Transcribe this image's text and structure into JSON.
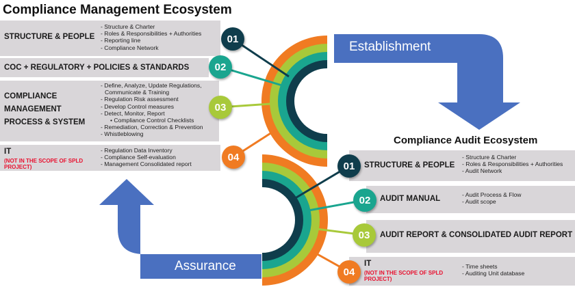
{
  "colors": {
    "navy": "#0f3d4c",
    "teal": "#1aa58f",
    "lime": "#a8c93a",
    "orange": "#f07b22",
    "arrow": "#4a70c0",
    "row": "#d9d6d9",
    "note": "#e8102e"
  },
  "management": {
    "title": "Compliance Management Ecosystem",
    "rows": [
      {
        "num": "01",
        "heading": "STRUCTURE & PEOPLE",
        "items": [
          "- Structure & Charter",
          "- Roles & Responsibilities + Authorities",
          "- Reporting line",
          "- Compliance Network"
        ]
      },
      {
        "num": "02",
        "heading": "COC + REGULATORY + POLICIES & STANDARDS",
        "items": []
      },
      {
        "num": "03",
        "heading_lines": [
          "COMPLIANCE",
          "MANAGEMENT",
          "PROCESS & SYSTEM"
        ],
        "items": [
          "- Define, Analyze, Update Regulations,",
          "  Communicate & Training",
          "- Regulation Risk assessment",
          "- Develop Control measures",
          "- Detect, Monitor, Report",
          "• Compliance Control Checklists",
          "- Remediation, Correction & Prevention",
          "- Whistleblowing"
        ]
      },
      {
        "num": "04",
        "heading": "IT",
        "note": "(NOT IN THE SCOPE OF SPLD PROJECT)",
        "items": [
          "- Regulation Data Inventory",
          "- Compliance Self-evaluation",
          "- Management Consolidated report"
        ]
      }
    ]
  },
  "audit": {
    "title": "Compliance Audit Ecosystem",
    "rows": [
      {
        "num": "01",
        "heading": "STRUCTURE & PEOPLE",
        "items": [
          "- Structure & Charter",
          "- Roles & Responsibilities + Authorities",
          "- Audit Network"
        ]
      },
      {
        "num": "02",
        "heading": "AUDIT MANUAL",
        "items": [
          "- Audit Process & Flow",
          "- Audit scope"
        ]
      },
      {
        "num": "03",
        "heading": "AUDIT REPORT & CONSOLIDATED AUDIT REPORT",
        "items": []
      },
      {
        "num": "04",
        "heading": "IT",
        "note": "(NOT IN THE SCOPE OF SPLD PROJECT)",
        "items": [
          "- Time sheets",
          "- Auditing Unit database"
        ]
      }
    ]
  },
  "arrows": {
    "establishment": "Establishment",
    "assurance": "Assurance"
  }
}
